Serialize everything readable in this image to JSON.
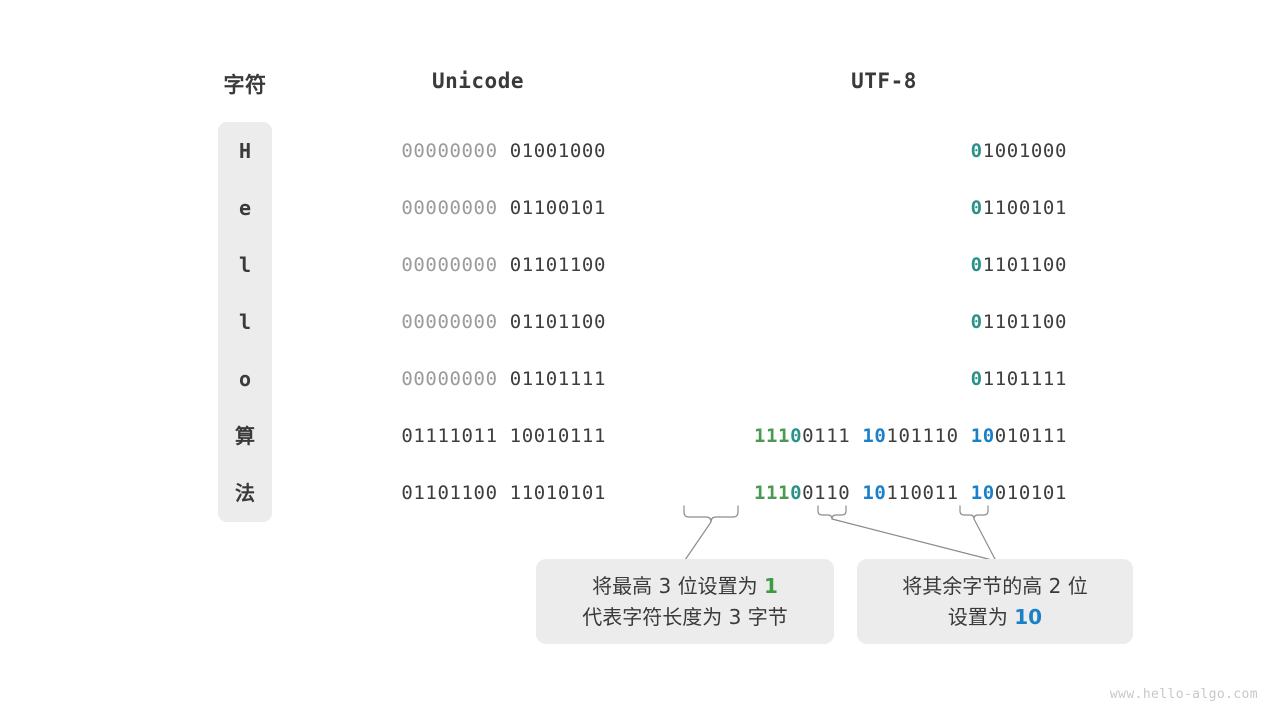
{
  "headers": {
    "character": "字符",
    "unicode": "Unicode",
    "utf8": "UTF-8"
  },
  "rows": [
    {
      "char": "H",
      "unicode_high": "00000000 ",
      "unicode_low": "01001000",
      "utf8_segments": [
        {
          "text": "0",
          "color": "teal"
        },
        {
          "text": "1001000",
          "color": "plain"
        }
      ]
    },
    {
      "char": "e",
      "unicode_high": "00000000 ",
      "unicode_low": "01100101",
      "utf8_segments": [
        {
          "text": "0",
          "color": "teal"
        },
        {
          "text": "1100101",
          "color": "plain"
        }
      ]
    },
    {
      "char": "l",
      "unicode_high": "00000000 ",
      "unicode_low": "01101100",
      "utf8_segments": [
        {
          "text": "0",
          "color": "teal"
        },
        {
          "text": "1101100",
          "color": "plain"
        }
      ]
    },
    {
      "char": "l",
      "unicode_high": "00000000 ",
      "unicode_low": "01101100",
      "utf8_segments": [
        {
          "text": "0",
          "color": "teal"
        },
        {
          "text": "1101100",
          "color": "plain"
        }
      ]
    },
    {
      "char": "o",
      "unicode_high": "00000000 ",
      "unicode_low": "01101111",
      "utf8_segments": [
        {
          "text": "0",
          "color": "teal"
        },
        {
          "text": "1101111",
          "color": "plain"
        }
      ]
    },
    {
      "char": "算",
      "unicode_high": "",
      "unicode_low": "01111011 10010111",
      "utf8_segments": [
        {
          "text": "111",
          "color": "green"
        },
        {
          "text": "0",
          "color": "teal"
        },
        {
          "text": "0111 ",
          "color": "plain"
        },
        {
          "text": "10",
          "color": "blue"
        },
        {
          "text": "101110 ",
          "color": "plain"
        },
        {
          "text": "10",
          "color": "blue"
        },
        {
          "text": "010111",
          "color": "plain"
        }
      ]
    },
    {
      "char": "法",
      "unicode_high": "",
      "unicode_low": "01101100 11010101",
      "utf8_segments": [
        {
          "text": "111",
          "color": "green"
        },
        {
          "text": "0",
          "color": "teal"
        },
        {
          "text": "0110 ",
          "color": "plain"
        },
        {
          "text": "10",
          "color": "blue"
        },
        {
          "text": "110011 ",
          "color": "plain"
        },
        {
          "text": "10",
          "color": "blue"
        },
        {
          "text": "010101",
          "color": "plain"
        }
      ]
    }
  ],
  "callouts": [
    {
      "line1_prefix": "将最高 3 位设置为 ",
      "line1_highlight": "1",
      "line1_highlight_color": "green",
      "line2_prefix": "代表字符长度为 3 字节",
      "line2_highlight": "",
      "line2_highlight_color": "green"
    },
    {
      "line1_prefix": "将其余字节的高 2 位",
      "line1_highlight": "",
      "line1_highlight_color": "blue",
      "line2_prefix": "设置为 ",
      "line2_highlight": "10",
      "line2_highlight_color": "blue"
    }
  ],
  "watermark": "www.hello-algo.com",
  "colors": {
    "teal": "#2a9287",
    "green": "#4c9a51",
    "blue": "#1a80c8",
    "panel": "#ececec",
    "text": "#3e3e3e",
    "dim": "#9b9b9b"
  }
}
